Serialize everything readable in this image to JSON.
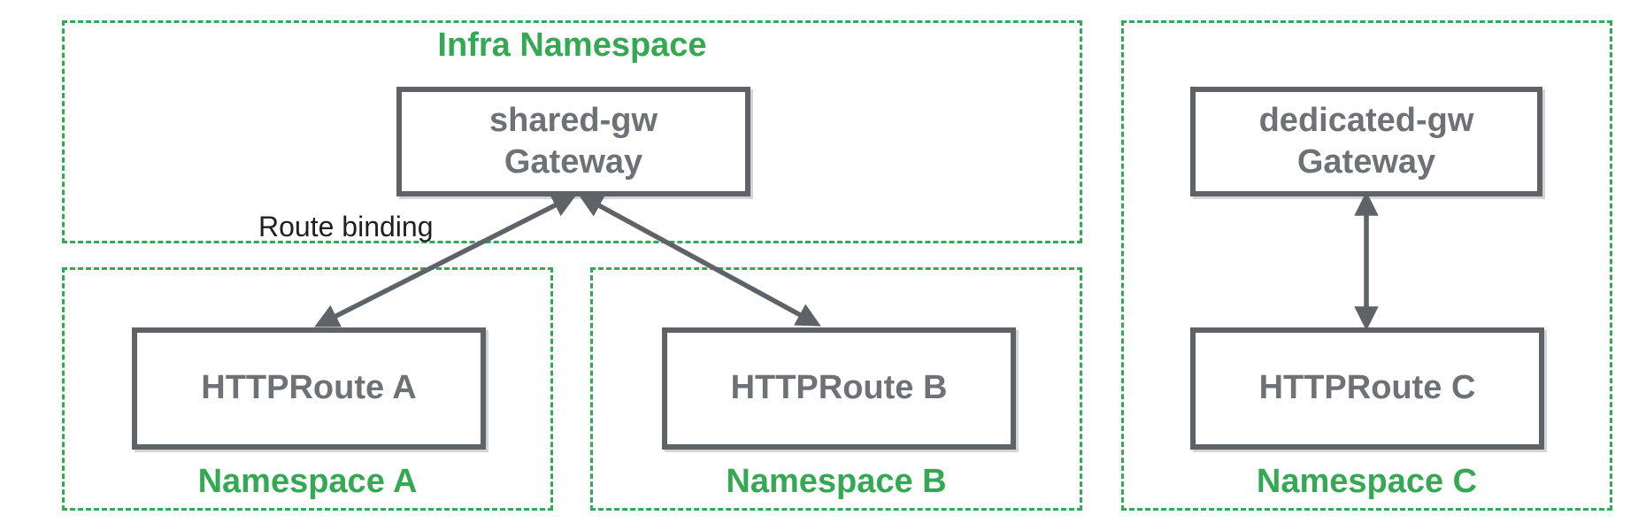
{
  "colors": {
    "namespace_green": "#34a853",
    "node_border_gray": "#5f6368",
    "node_text_gray": "#6e7276",
    "arrow_gray": "#5f6368",
    "annotation_black": "#1f1f1f",
    "background": "#ffffff"
  },
  "namespaces": {
    "infra": {
      "label": "Infra Namespace"
    },
    "a": {
      "label": "Namespace A"
    },
    "b": {
      "label": "Namespace B"
    },
    "c": {
      "label": "Namespace C"
    }
  },
  "nodes": {
    "shared_gw": {
      "line1": "shared-gw",
      "line2": "Gateway"
    },
    "dedicated_gw": {
      "line1": "dedicated-gw",
      "line2": "Gateway"
    },
    "route_a": {
      "label": "HTTPRoute A"
    },
    "route_b": {
      "label": "HTTPRoute B"
    },
    "route_c": {
      "label": "HTTPRoute C"
    }
  },
  "annotations": {
    "route_binding": "Route binding"
  },
  "edges": [
    {
      "from": "route_a",
      "to": "shared_gw",
      "style": "double-arrow"
    },
    {
      "from": "route_b",
      "to": "shared_gw",
      "style": "double-arrow"
    },
    {
      "from": "route_c",
      "to": "dedicated_gw",
      "style": "double-arrow"
    }
  ]
}
